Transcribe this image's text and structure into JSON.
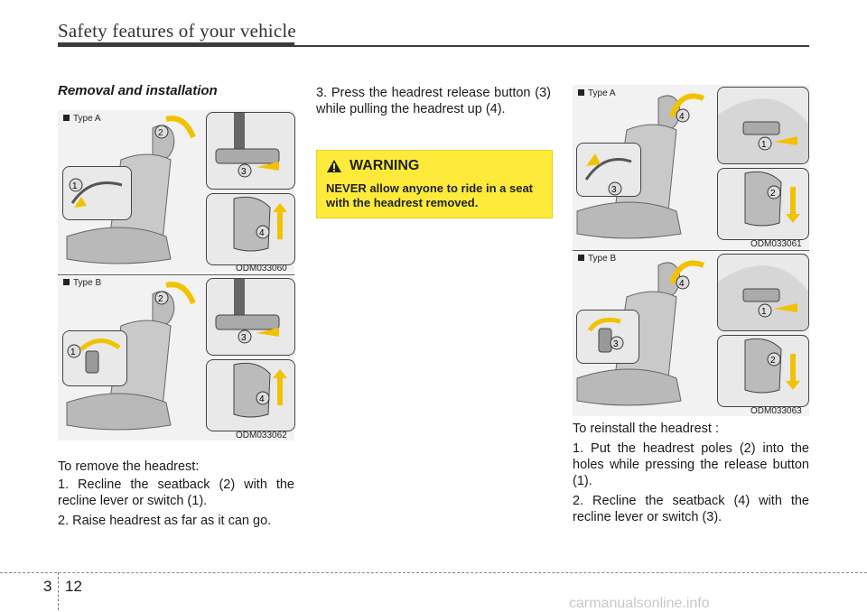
{
  "header": {
    "title": "Safety features of your vehicle"
  },
  "section": {
    "title": "Removal and installation"
  },
  "figures": {
    "left_a": {
      "type_label": "Type A",
      "code": "ODM033060"
    },
    "left_b": {
      "type_label": "Type B",
      "code": "ODM033062"
    },
    "right_a": {
      "type_label": "Type A",
      "code": "ODM033061"
    },
    "right_b": {
      "type_label": "Type B",
      "code": "ODM033063"
    }
  },
  "removal": {
    "intro": "To remove the headrest:",
    "steps": [
      {
        "num": "1.",
        "text": "Recline the seatback (2) with the recline lever or switch (1)."
      },
      {
        "num": "2.",
        "text": "Raise headrest as far as it can go."
      },
      {
        "num": "3.",
        "text": "Press the headrest release button (3) while pulling the headrest up (4)."
      }
    ]
  },
  "warning": {
    "heading": "WARNING",
    "text": "NEVER allow anyone to ride in a seat with the headrest removed."
  },
  "reinstall": {
    "intro": "To reinstall the headrest :",
    "steps": [
      {
        "num": "1.",
        "text": "Put the headrest poles (2) into the holes while pressing the release button (1)."
      },
      {
        "num": "2.",
        "text": "Recline the seatback (4) with the recline lever or switch (3)."
      }
    ]
  },
  "footer": {
    "section": "3",
    "page": "12",
    "watermark": "carmanualsonline.info"
  }
}
